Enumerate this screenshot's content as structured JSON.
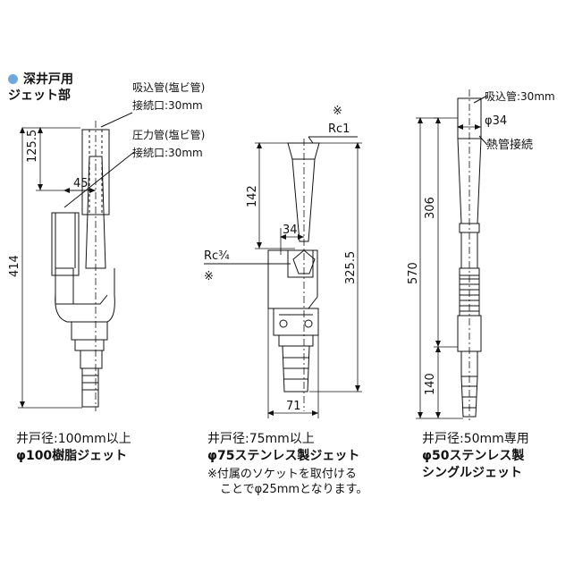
{
  "header": {
    "line1": "深井戸用",
    "line2": "ジェット部",
    "dot_color": "#6fa8dc"
  },
  "left": {
    "suction_label": "吸込管(塩ビ管)",
    "suction_conn": "接続口:30mm",
    "pressure_label": "圧力管(塩ビ管)",
    "pressure_conn": "接続口:30mm",
    "dim_125": "125.5",
    "dim_45": "45",
    "dim_414": "414",
    "caption1": "井戸径:100mm以上",
    "caption2": "φ100樹脂ジェット"
  },
  "middle": {
    "note_mark": "※",
    "rc1": "Rc1",
    "rc34": "Rc¾",
    "note_mark2": "※",
    "dim_142": "142",
    "dim_34": "34",
    "dim_325": "325.5",
    "dim_71": "71",
    "caption1": "井戸径:75mm以上",
    "caption2": "φ75ステンレス製ジェット",
    "note1": "※付属のソケットを取付ける",
    "note2": "ことでφ25mmとなります。"
  },
  "right": {
    "suction_conn": "吸込管:30mm",
    "phi34": "φ34",
    "heat": "熱管接続",
    "dim_306": "306",
    "dim_570": "570",
    "dim_140": "140",
    "caption1": "井戸径:50mm専用",
    "caption2": "φ50ステンレス製",
    "caption3": "シングルジェット"
  }
}
